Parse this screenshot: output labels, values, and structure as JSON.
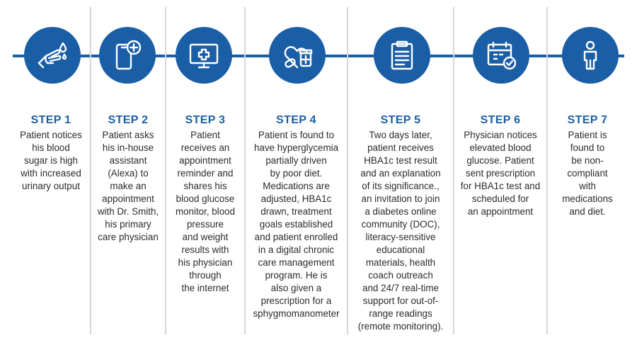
{
  "colors": {
    "accent": "#1a5ea6",
    "text": "#2b2b2b",
    "divider": "#d7d7d7"
  },
  "steps": [
    {
      "title": "STEP 1",
      "icon": "hand-blood-drop-icon",
      "lines": [
        "Patient notices",
        "his blood",
        "sugar is high",
        "with increased",
        "urinary output"
      ]
    },
    {
      "title": "STEP 2",
      "icon": "phone-add-icon",
      "lines": [
        "Patient asks",
        "his in-house",
        "assistant",
        "(Alexa) to",
        "make an",
        "appointment",
        "with Dr. Smith,",
        "his primary",
        "care physician"
      ]
    },
    {
      "title": "STEP 3",
      "icon": "monitor-medical-cross-icon",
      "lines": [
        "Patient",
        "receives an",
        "appointment",
        "reminder and",
        "shares his",
        "blood glucose",
        "monitor, blood",
        "pressure",
        "and weight",
        "results with",
        "his physician",
        "through",
        "the internet"
      ]
    },
    {
      "title": "STEP 4",
      "icon": "heart-medication-icon",
      "lines": [
        "Patient is found to",
        "have hyperglycemia",
        "partially driven",
        "by poor diet.",
        "Medications are",
        "adjusted, HBA1c",
        "drawn, treatment",
        "goals established",
        "and patient enrolled",
        "in a digital chronic",
        "care management",
        "program. He is",
        "also given a",
        "prescription for a",
        "sphygmomanometer"
      ]
    },
    {
      "title": "STEP 5",
      "icon": "clipboard-icon",
      "lines": [
        "Two days later,",
        "patient receives",
        "HBA1c test result",
        "and an explanation",
        "of its significance.,",
        "an invitation to join",
        "a diabetes online",
        "community (DOC),",
        "literacy-sensitive",
        "educational",
        "materials, health",
        "coach outreach",
        "and 24/7 real-time",
        "support for out-of-",
        "range readings",
        "(remote monitoring)."
      ]
    },
    {
      "title": "STEP 6",
      "icon": "calendar-check-icon",
      "lines": [
        "Physician notices",
        "elevated blood",
        "glucose. Patient",
        "sent prescription",
        "for HBA1c test and",
        "scheduled for",
        "an appointment"
      ]
    },
    {
      "title": "STEP 7",
      "icon": "person-icon",
      "lines": [
        "Patient is",
        "found to",
        "be non-",
        "compliant",
        "with",
        "medications",
        "and diet."
      ]
    }
  ]
}
